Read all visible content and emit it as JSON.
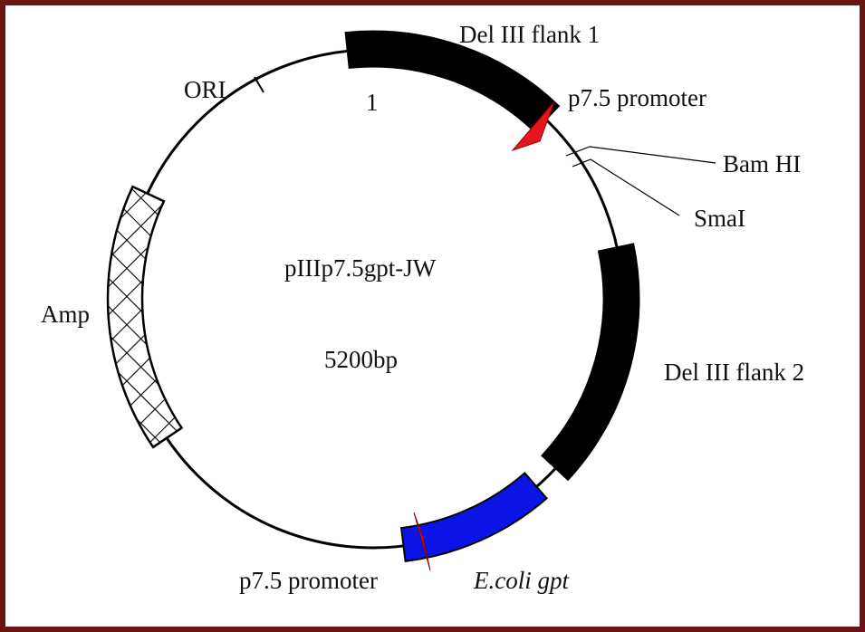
{
  "plasmid": {
    "name": "pIIIp7.5gpt-JW",
    "size": "5200bp"
  },
  "features": {
    "del3_flank1": "Del III flank 1",
    "position_marker": "1",
    "p75_top": "p7.5 promoter",
    "bamhi": "Bam HI",
    "smai": "SmaI",
    "del3_flank2": "Del III flank 2",
    "ecoli_gpt": "E.coli gpt",
    "p75_bottom": "p7.5 promoter",
    "amp": "Amp",
    "ori": "ORI"
  },
  "colors": {
    "frame": "#6b1414",
    "flank": "#000000",
    "gpt": "#0a14e6",
    "promoter": "#e8141e",
    "amp_hatch": "#000000"
  }
}
